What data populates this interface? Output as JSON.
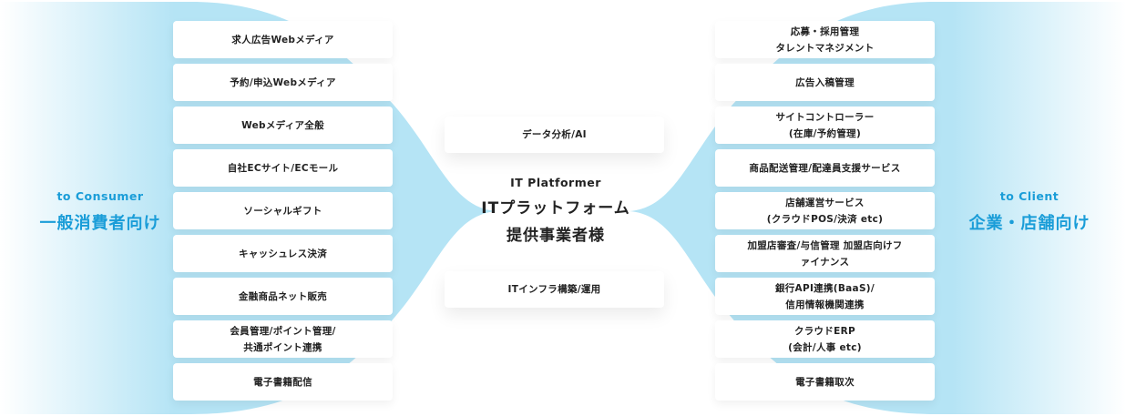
{
  "colors": {
    "accent": "#1a9dd8",
    "funnel": "#b5e4f5"
  },
  "left": {
    "en": "to Consumer",
    "ja": "一般消費者向け",
    "items": [
      "求人広告Webメディア",
      "予約/申込Webメディア",
      "Webメディア全般",
      "自社ECサイト/ECモール",
      "ソーシャルギフト",
      "キャッシュレス決済",
      "金融商品ネット販売",
      "会員管理/ポイント管理/\n共通ポイント連携",
      "電子書籍配信"
    ]
  },
  "center": {
    "en": "IT Platformer",
    "ja_line1": "ITプラットフォーム",
    "ja_line2": "提供事業者様",
    "top_box": "データ分析/AI",
    "bottom_box": "ITインフラ構築/運用"
  },
  "right": {
    "en": "to Client",
    "ja": "企業・店舗向け",
    "items": [
      "応募・採用管理\nタレントマネジメント",
      "広告入稿管理",
      "サイトコントローラー\n(在庫/予約管理)",
      "商品配送管理/配達員支援サービス",
      "店舗運営サービス\n(クラウドPOS/決済 etc)",
      "加盟店審査/与信管理 加盟店向けフ\nァイナンス",
      "銀行API連携(BaaS)/\n信用情報機関連携",
      "クラウドERP\n(会計/人事 etc)",
      "電子書籍取次"
    ]
  }
}
